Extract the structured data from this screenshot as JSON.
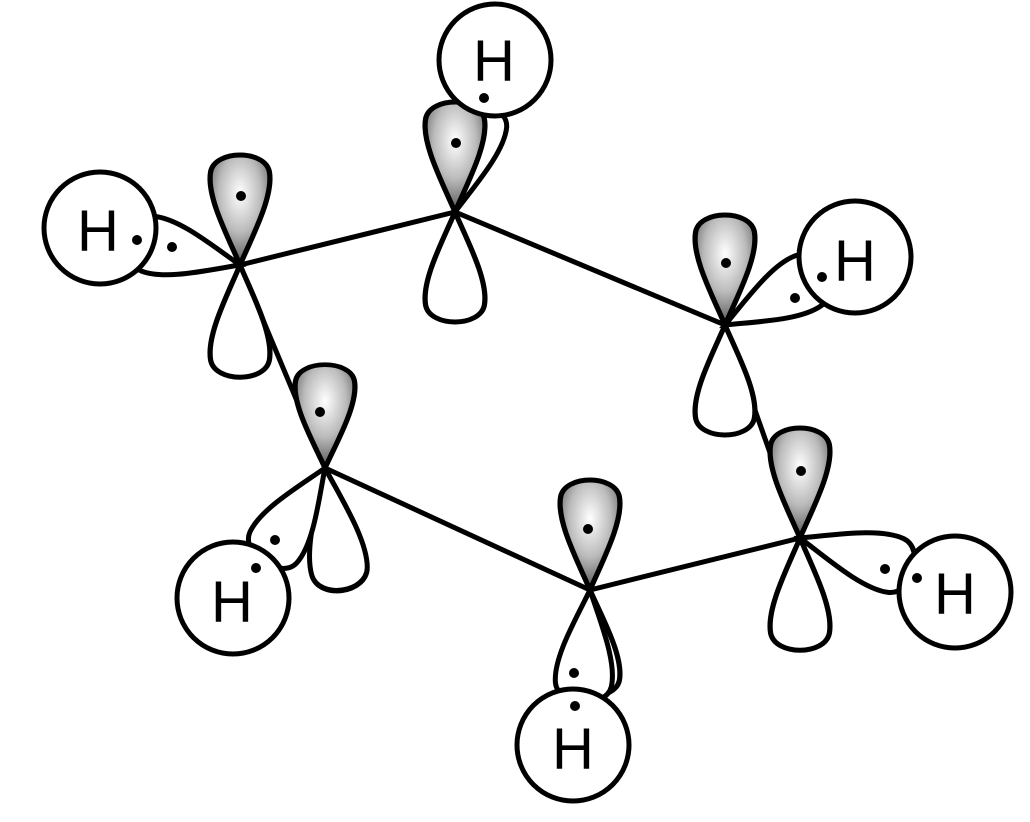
{
  "diagram": {
    "atoms": [
      {
        "label": "H"
      },
      {
        "label": "H"
      },
      {
        "label": "H"
      },
      {
        "label": "H"
      },
      {
        "label": "H"
      },
      {
        "label": "H"
      }
    ],
    "colors": {
      "line": "#000000",
      "shade_dark": "#555555",
      "shade_light": "#ffffff"
    }
  }
}
